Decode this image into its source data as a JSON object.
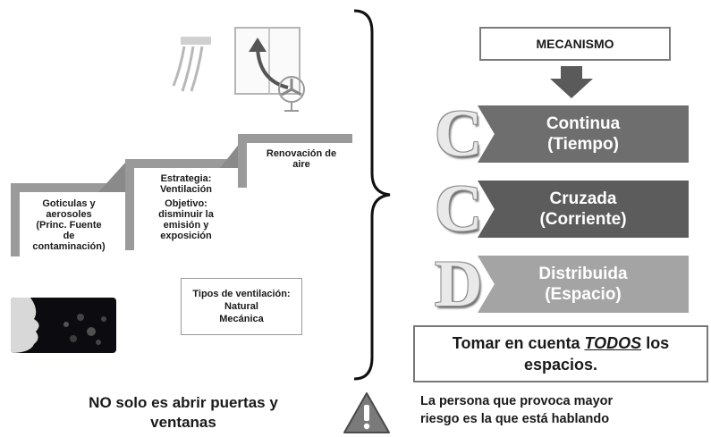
{
  "steps": [
    {
      "lines": [
        "Goticulas y",
        "aerosoles",
        "(Princ. Fuente",
        "de",
        "contaminación)"
      ]
    },
    {
      "lines": [
        "Estrategia:",
        "Ventilación",
        "Objetivo:",
        "disminuir la",
        "emisión y",
        "exposición"
      ]
    },
    {
      "lines": [
        "Renovación de",
        "aire"
      ]
    }
  ],
  "types_box": {
    "title": "Tipos de ventilación:",
    "items": [
      "Natural",
      "Mecánica"
    ]
  },
  "mechanism": {
    "header": "MECANISMO",
    "items": [
      {
        "letter": "C",
        "line1": "Continua",
        "line2": "(Tiempo)",
        "color": "#6e6e6e"
      },
      {
        "letter": "C",
        "line1": "Cruzada",
        "line2": "(Corriente)",
        "color": "#5c5c5c"
      },
      {
        "letter": "D",
        "line1": "Distribuida",
        "line2": "(Espacio)",
        "color": "#a4a4a4"
      }
    ]
  },
  "consider": {
    "pre": "Tomar en cuenta ",
    "em": "TODOS",
    "post": " los",
    "line2": "espacios."
  },
  "bottom_left": {
    "line1": "NO solo es abrir puertas y",
    "line2": "ventanas"
  },
  "bottom_right": {
    "line1": "La persona que provoca mayor",
    "line2": "riesgo es la que está hablando"
  },
  "icons": [
    "air-vent-lines-icon",
    "window-icon",
    "fan-icon",
    "curved-arrow-icon",
    "down-arrow-icon",
    "warning-icon"
  ]
}
